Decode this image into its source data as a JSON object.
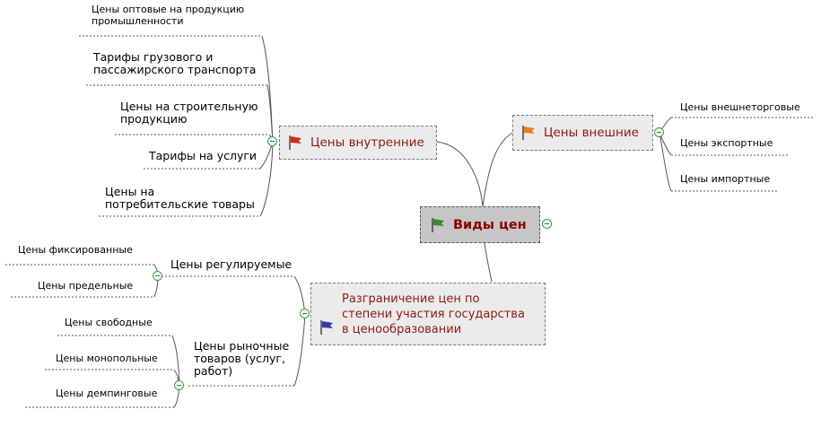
{
  "center": {
    "label": "Виды цен",
    "flag_color": "#3a8a2e"
  },
  "branches": {
    "internal": {
      "label": "Цены внутренние",
      "flag_color": "#d42a1e",
      "children": [
        "Цены оптовые на продукцию\nпромышленности",
        "Тарифы грузового и\nпассажирского транспорта",
        "Цены на строительную\nпродукцию",
        "Тарифы на услуги",
        "Цены на\nпотребительские товары"
      ]
    },
    "external": {
      "label": "Цены внешние",
      "flag_color": "#e8811c",
      "children": [
        "Цены внешнеторговые",
        "Цены экспортные",
        "Цены импортные"
      ]
    },
    "state": {
      "label": "Разграничение цен по\nстепени участия государства\nв ценообразовании",
      "flag_color": "#2a3fae",
      "regulated": {
        "label": "Цены регулируемые",
        "children": [
          "Цены фиксированные",
          "Цены предельные"
        ]
      },
      "market": {
        "label": "Цены рыночные\nтоваров (услуг,\nработ)",
        "children": [
          "Цены свободные",
          "Цены монопольные",
          "Цены демпинговые"
        ]
      }
    }
  },
  "icons": {
    "flag": "flag-icon",
    "collapse": "collapse-toggle-icon"
  }
}
